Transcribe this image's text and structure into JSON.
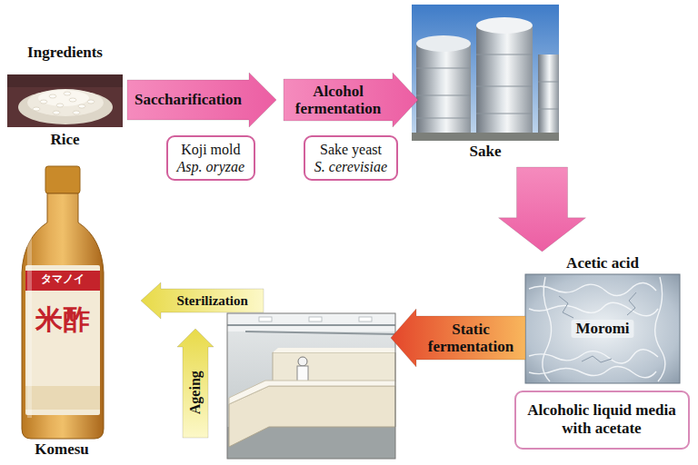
{
  "diagram": {
    "nodes": [
      {
        "text": [
          "Ingredients",
          "Rice"
        ]
      },
      {
        "text": [
          "Saccharification"
        ]
      },
      {
        "text": [
          "Koji mold",
          "Asp. oryzae"
        ]
      },
      {
        "text": [
          "Alcohol fermentation"
        ]
      },
      {
        "text": [
          "Sake yeast",
          "S. cerevisiae"
        ]
      },
      {
        "text": [
          "Sake"
        ]
      },
      {
        "text": [
          "Acetic acid",
          "Moromi"
        ]
      },
      {
        "text": [
          "Alcoholic liquid media with acetate"
        ]
      },
      {
        "text": [
          "Static fermentation"
        ]
      },
      {
        "text": [
          "Ageing"
        ]
      },
      {
        "text": [
          "Sterilization"
        ]
      },
      {
        "text": [
          "Komesu"
        ]
      }
    ],
    "edges": [
      {
        "from": 5,
        "to": 6,
        "arrow": "to"
      }
    ],
    "labels": [
      "タマノイ",
      "米酢"
    ]
  }
}
